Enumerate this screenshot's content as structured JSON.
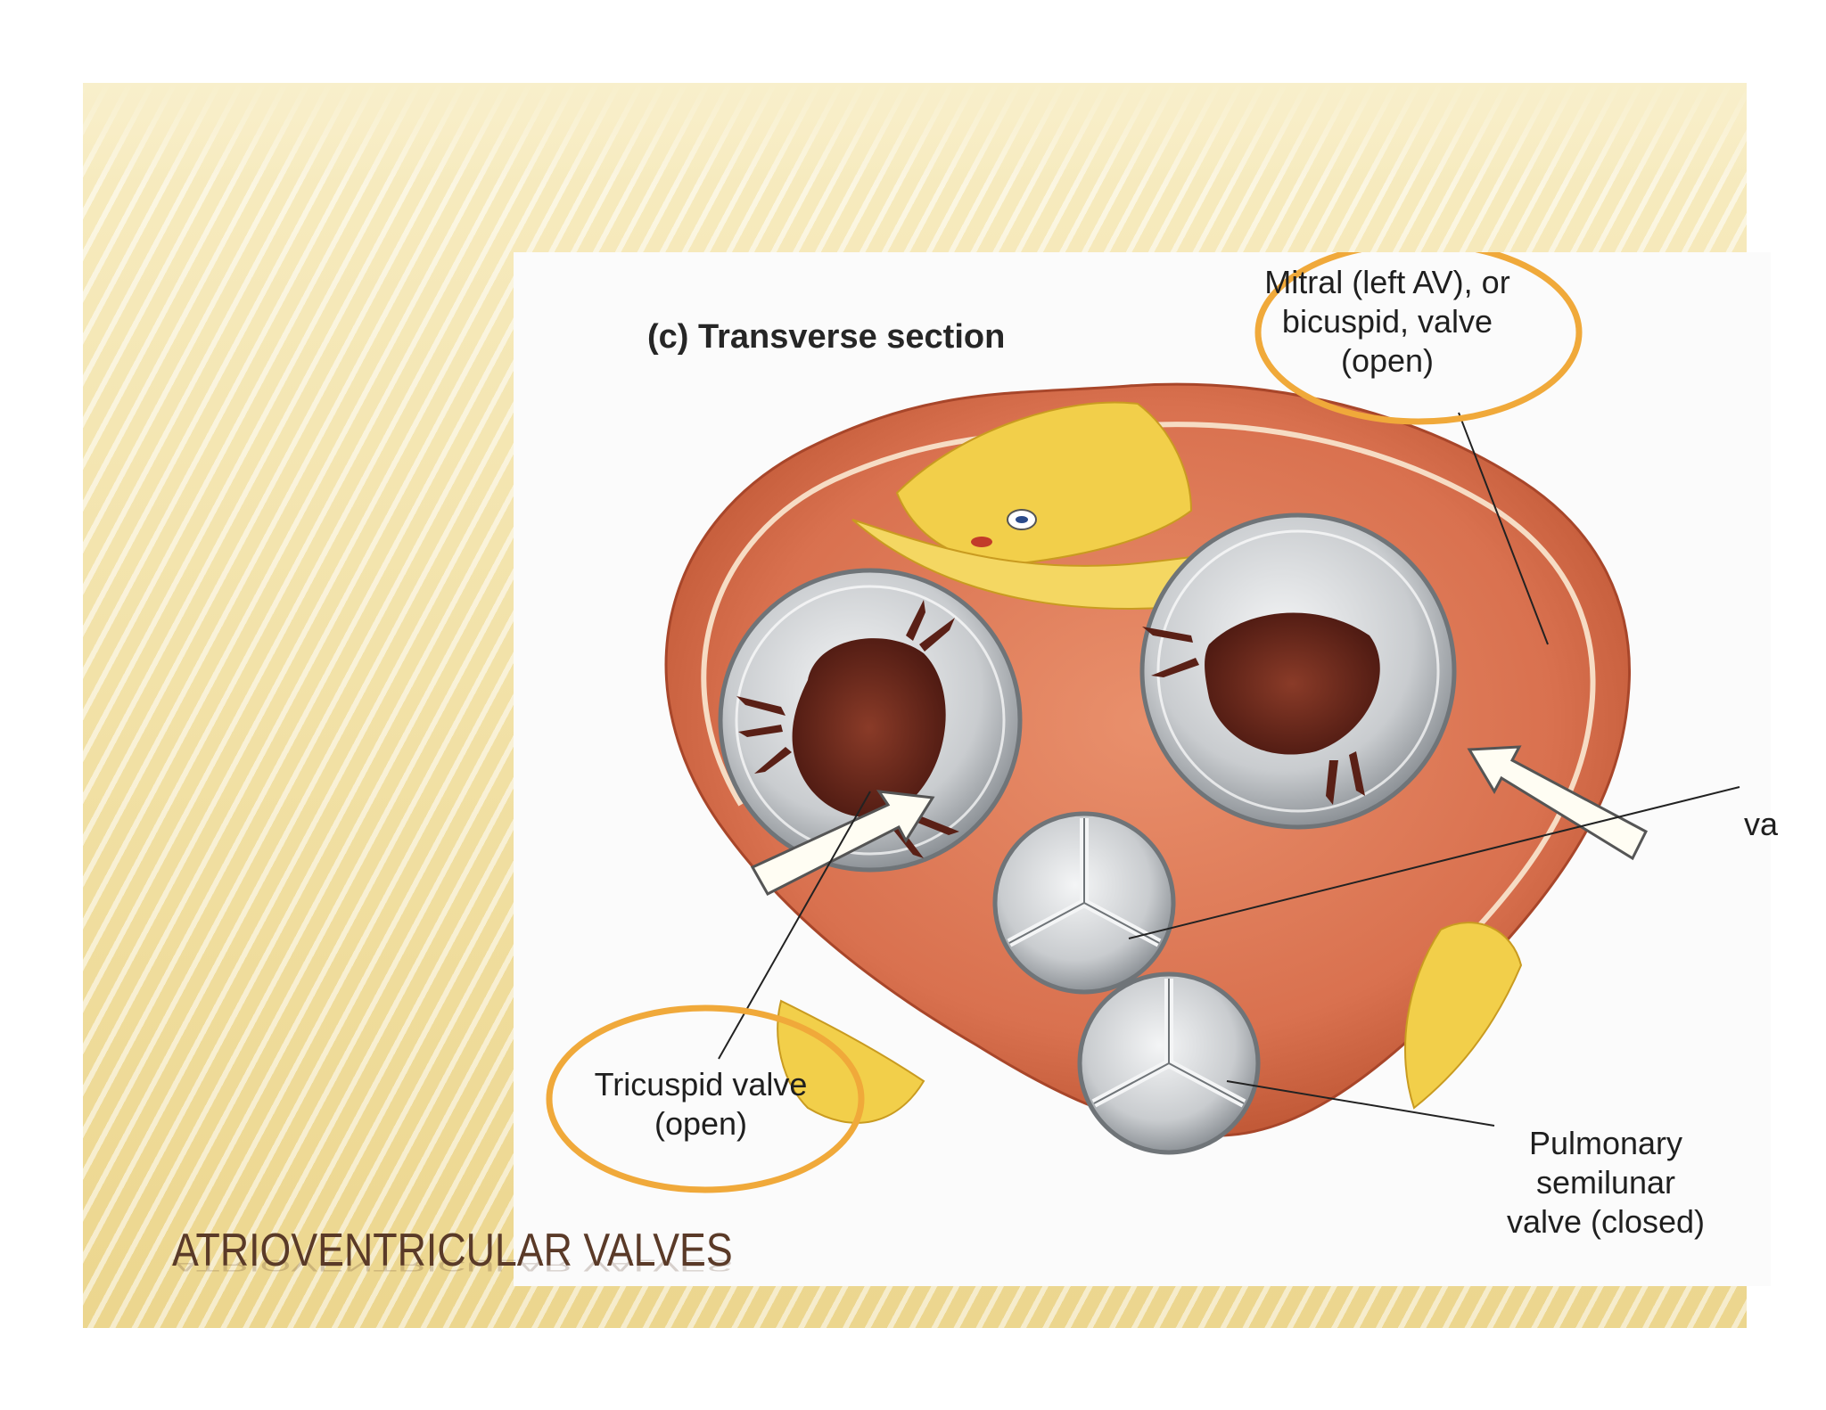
{
  "slide": {
    "title": "ATRIOVENTRICULAR VALVES"
  },
  "figure": {
    "title": "(c) Transverse section",
    "labels": {
      "mitral_line1": "Mitral (left AV), or",
      "mitral_line2": "bicuspid, valve",
      "mitral_line3": "(open)",
      "tricuspid_line1": "Tricuspid valve",
      "tricuspid_line2": "(open)",
      "pulmonary_line1": "Pulmonary",
      "pulmonary_line2": "semilunar",
      "pulmonary_line3": "valve (closed)",
      "cut_off": "va"
    },
    "highlight_color": "#f0a93a"
  },
  "colors": {
    "muscle": "#d9714f",
    "muscle_dark": "#b9512f",
    "fat": "#f2cf4a",
    "valve": "#c9cccf",
    "title_text": "#5a3a28"
  }
}
